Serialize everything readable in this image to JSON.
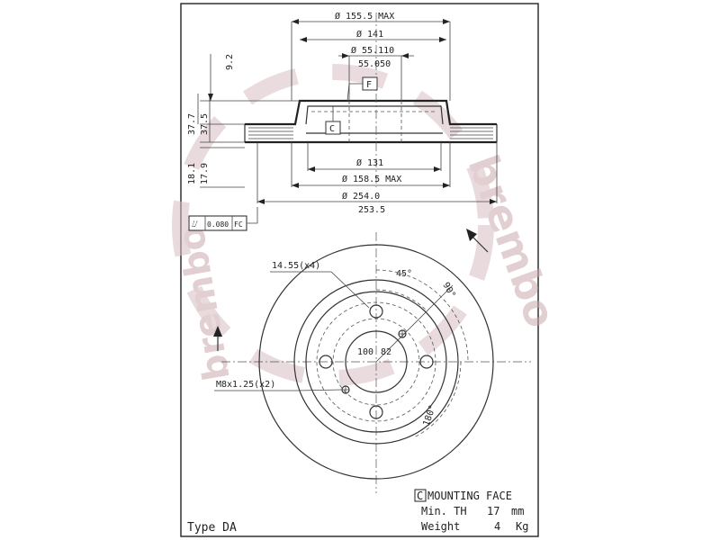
{
  "dimensions": {
    "d_155_5_max": "Ø 155.5 MAX",
    "d_141": "Ø 141",
    "d_55_110": "Ø 55.110",
    "d_55_050": "55.050",
    "h_9_2": "9.2",
    "h_37_7": "37.7",
    "h_37_5": "37.5",
    "h_18_1": "18.1",
    "h_17_9": "17.9",
    "d_131": "Ø 131",
    "d_158_5_max": "Ø 158.5 MAX",
    "d_254_0": "Ø 254.0",
    "d_253_5": "253.5"
  },
  "section_labels": {
    "datum_f": "F",
    "datum_c": "C"
  },
  "tolerance_frame": {
    "symbol": "⌰",
    "value": "0.080",
    "datum": "FC"
  },
  "front_view": {
    "holes_label": "14.55(x4)",
    "threads_label": "M8x1.25(x2)",
    "angle_45": "45°",
    "angle_90": "90°",
    "angle_180": "180°",
    "pcd_100": "100",
    "pcd_82": "82"
  },
  "notes": {
    "mounting_face_symbol": "C",
    "mounting_face": "MOUNTING FACE",
    "min_th_label": "Min. TH",
    "min_th_value": "17",
    "min_th_unit": "mm",
    "weight_label": "Weight",
    "weight_value": "4",
    "weight_unit": "Kg",
    "type": "Type DA"
  },
  "watermark_text": "brembo",
  "colors": {
    "line": "#333333",
    "watermark": "#c9a8ad",
    "frame": "#222222"
  }
}
